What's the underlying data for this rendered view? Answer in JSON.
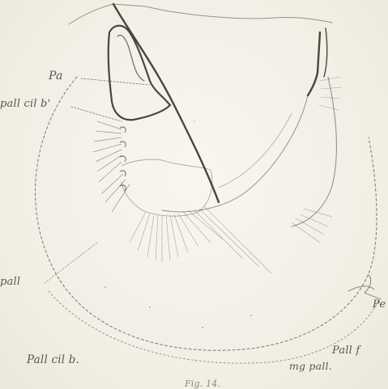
{
  "labels": {
    "pa": "Pa",
    "pall_cil_b_prime": "pall cil b'",
    "pall_left": "pall",
    "pall_cil_b": "Pall cil b.",
    "pall_f": "Pall f",
    "mg_pall": "mg pall.",
    "pe": "Pe",
    "fig": "Fig. 14."
  },
  "colors": {
    "ink": "#4a463f",
    "paper": "#f4f1e8"
  }
}
